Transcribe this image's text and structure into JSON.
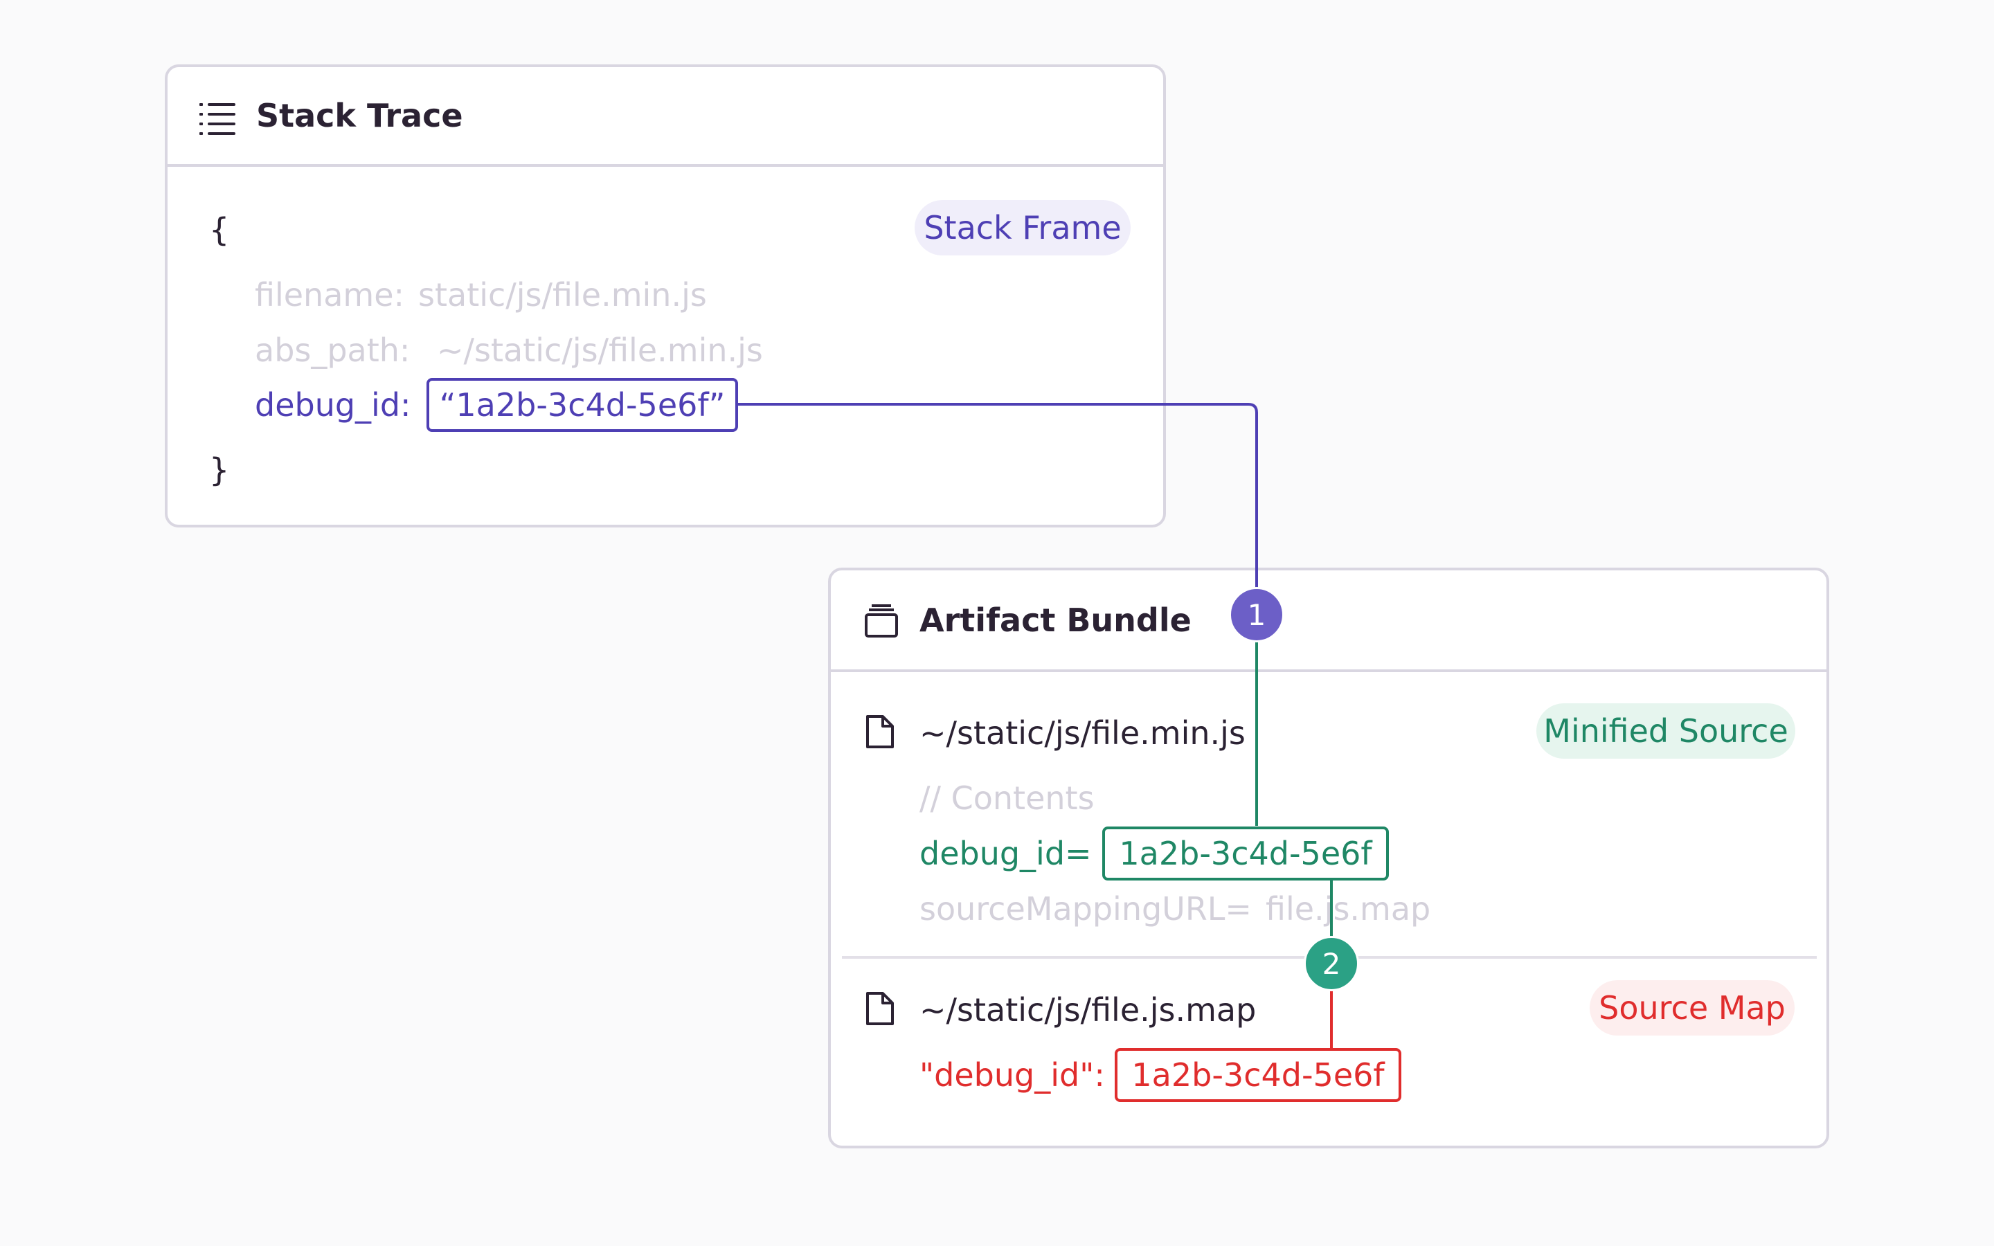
{
  "stack_trace": {
    "title": "Stack Trace",
    "icon": "list-icon",
    "open_brace": "{",
    "close_brace": "}",
    "badge": "Stack Frame",
    "filename_key": "filename:",
    "filename_value": "static/js/file.min.js",
    "abs_path_key": "abs_path:",
    "abs_path_value": "~/static/js/file.min.js",
    "debug_id_key": "debug_id:",
    "debug_id_value": "“1a2b-3c4d-5e6f”"
  },
  "artifact_bundle": {
    "title": "Artifact Bundle",
    "icon": "archive-box-icon",
    "minified": {
      "icon": "file-icon",
      "path": "~/static/js/file.min.js",
      "badge": "Minified Source",
      "comment": "// Contents",
      "debug_id_key": "debug_id=",
      "debug_id_value": "1a2b-3c4d-5e6f",
      "source_mapping_key": "sourceMappingURL=",
      "source_mapping_value": "file.js.map"
    },
    "source_map": {
      "icon": "file-icon",
      "path": "~/static/js/file.js.map",
      "badge": "Source Map",
      "debug_id_key": "\"debug_id\":",
      "debug_id_value": "1a2b-3c4d-5e6f"
    }
  },
  "steps": [
    {
      "label": "1",
      "color": "#6c5fc7"
    },
    {
      "label": "2",
      "color": "#2ba185"
    }
  ],
  "colors": {
    "purple": "#4e3fb4",
    "green": "#1f8765",
    "red": "#e02d2d",
    "card_border": "#d9d6e1"
  }
}
